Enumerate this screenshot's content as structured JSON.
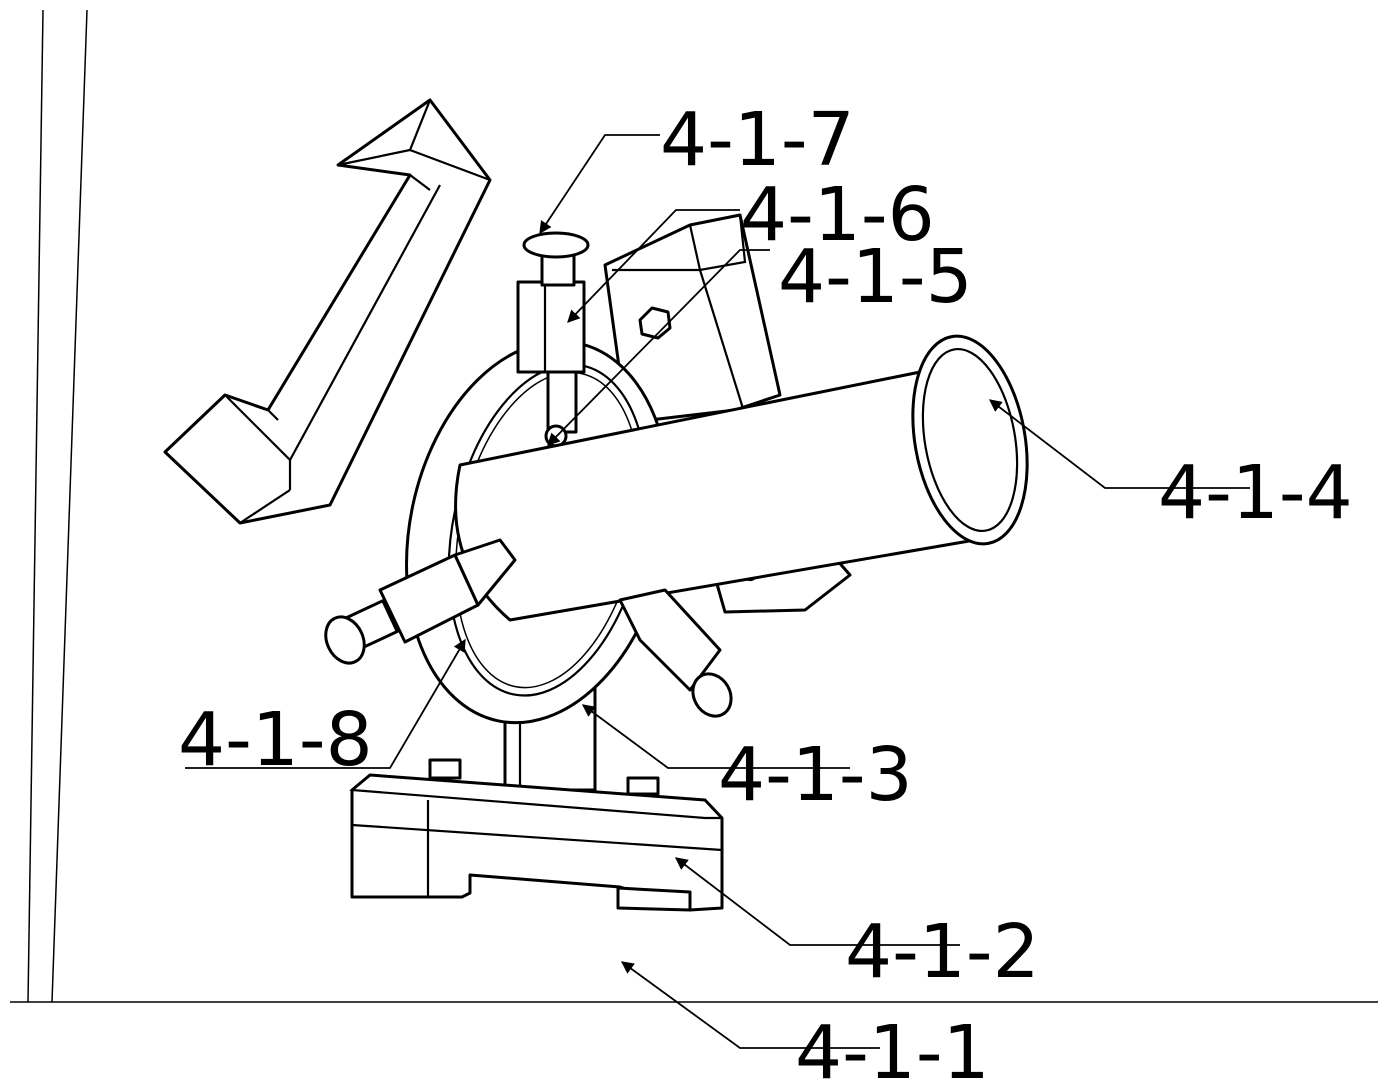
{
  "labels": {
    "l411": "4-1-1",
    "l412": "4-1-2",
    "l413": "4-1-3",
    "l414": "4-1-4",
    "l415": "4-1-5",
    "l416": "4-1-6",
    "l417": "4-1-7",
    "l418": "4-1-8"
  }
}
